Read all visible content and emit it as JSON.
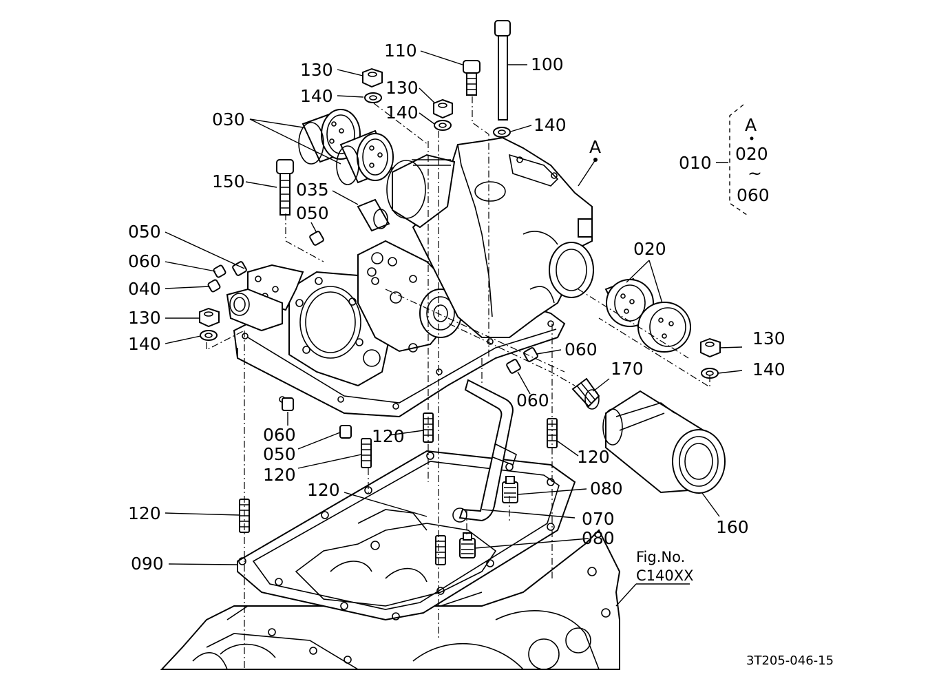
{
  "labels": {
    "p110": "110",
    "p100": "100",
    "p130_a": "130",
    "p140_a": "140",
    "p130_b": "130",
    "p140_b": "140",
    "p140_c": "140",
    "p030": "030",
    "p150": "150",
    "p035": "035",
    "p050_a": "050",
    "p050_b": "050",
    "p060_a": "060",
    "p040": "040",
    "p130_c": "130",
    "p140_d": "140",
    "p060_b": "060",
    "p060_c": "060",
    "p060_d": "060",
    "p050_c": "050",
    "p120_a": "120",
    "p120_b": "120",
    "p120_c": "120",
    "p120_d": "120",
    "p120_e": "120",
    "p020": "020",
    "p130_d": "130",
    "p140_e": "140",
    "p170": "170",
    "p160": "160",
    "p080_a": "080",
    "p070": "070",
    "p080_b": "080",
    "p090": "090",
    "p010": "010",
    "pA": "A"
  },
  "group": {
    "marker": "A",
    "from": "020",
    "tilde": "~",
    "to": "060"
  },
  "figure_ref": {
    "line1": "Fig.No.",
    "line2": "C140XX"
  },
  "drawing_code": "3T205-046-15"
}
